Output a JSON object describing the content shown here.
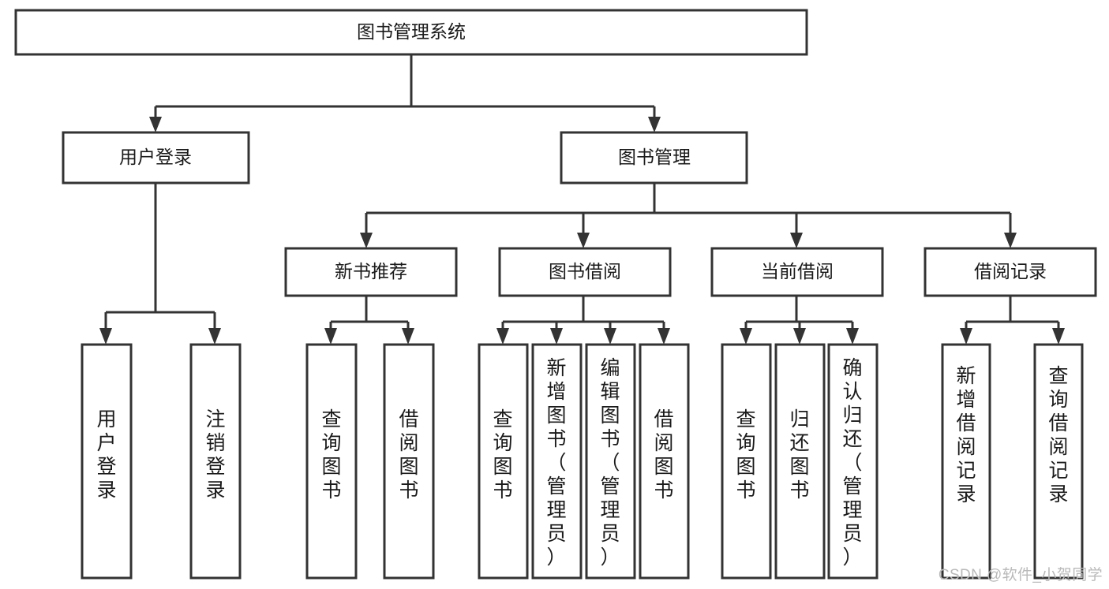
{
  "diagram": {
    "title": "图书管理系统",
    "type": "hierarchy-tree",
    "watermark": "CSDN @软件_小贺同学",
    "colors": {
      "box_fill": "#ffffff",
      "box_stroke": "#333333",
      "text": "#1a1a1a",
      "watermark": "#b9b9b9",
      "background": "#ffffff"
    },
    "levels": [
      {
        "level": 1,
        "orientation": "horizontal",
        "nodes": [
          {
            "id": "root",
            "label": "图书管理系统"
          }
        ]
      },
      {
        "level": 2,
        "orientation": "horizontal",
        "nodes": [
          {
            "id": "user-login",
            "label": "用户登录",
            "parent": "root"
          },
          {
            "id": "book-manage",
            "label": "图书管理",
            "parent": "root"
          }
        ]
      },
      {
        "level": 3,
        "orientation": "horizontal",
        "nodes": [
          {
            "id": "new-book-rec",
            "label": "新书推荐",
            "parent": "book-manage"
          },
          {
            "id": "book-borrow",
            "label": "图书借阅",
            "parent": "book-manage"
          },
          {
            "id": "current-borrow",
            "label": "当前借阅",
            "parent": "book-manage"
          },
          {
            "id": "borrow-record",
            "label": "借阅记录",
            "parent": "book-manage"
          }
        ]
      },
      {
        "level": 4,
        "orientation": "vertical",
        "nodes": [
          {
            "id": "leaf-user-login",
            "label": "用户登录",
            "parent": "user-login"
          },
          {
            "id": "leaf-logout",
            "label": "注销登录",
            "parent": "user-login"
          },
          {
            "id": "leaf-query-book-1",
            "label": "查询图书",
            "parent": "new-book-rec"
          },
          {
            "id": "leaf-borrow-book-1",
            "label": "借阅图书",
            "parent": "new-book-rec"
          },
          {
            "id": "leaf-query-book-2",
            "label": "查询图书",
            "parent": "book-borrow"
          },
          {
            "id": "leaf-add-book",
            "label": "新增图书（管理员）",
            "parent": "book-borrow"
          },
          {
            "id": "leaf-edit-book",
            "label": "编辑图书（管理员）",
            "parent": "book-borrow"
          },
          {
            "id": "leaf-borrow-book-2",
            "label": "借阅图书",
            "parent": "book-borrow"
          },
          {
            "id": "leaf-query-book-3",
            "label": "查询图书",
            "parent": "current-borrow"
          },
          {
            "id": "leaf-return-book",
            "label": "归还图书",
            "parent": "current-borrow"
          },
          {
            "id": "leaf-confirm-return",
            "label": "确认归还（管理员）",
            "parent": "current-borrow"
          },
          {
            "id": "leaf-add-record",
            "label": "新增借阅记录",
            "parent": "borrow-record"
          },
          {
            "id": "leaf-query-record",
            "label": "查询借阅记录",
            "parent": "borrow-record"
          }
        ]
      }
    ]
  },
  "nodes": {
    "root": "图书管理系统",
    "user_login": "用户登录",
    "book_manage": "图书管理",
    "new_book_rec": "新书推荐",
    "book_borrow": "图书借阅",
    "current_borrow": "当前借阅",
    "borrow_record": "借阅记录",
    "leaf_user_login": "用户登录",
    "leaf_logout": "注销登录",
    "leaf_query_book_1": "查询图书",
    "leaf_borrow_book_1": "借阅图书",
    "leaf_query_book_2": "查询图书",
    "leaf_add_book": "新增图书（管理员）",
    "leaf_edit_book": "编辑图书（管理员）",
    "leaf_borrow_book_2": "借阅图书",
    "leaf_query_book_3": "查询图书",
    "leaf_return_book": "归还图书",
    "leaf_confirm_return": "确认归还（管理员）",
    "leaf_add_record": "新增借阅记录",
    "leaf_query_record": "查询借阅记录"
  },
  "watermark": {
    "text": "CSDN @软件_小贺同学"
  }
}
